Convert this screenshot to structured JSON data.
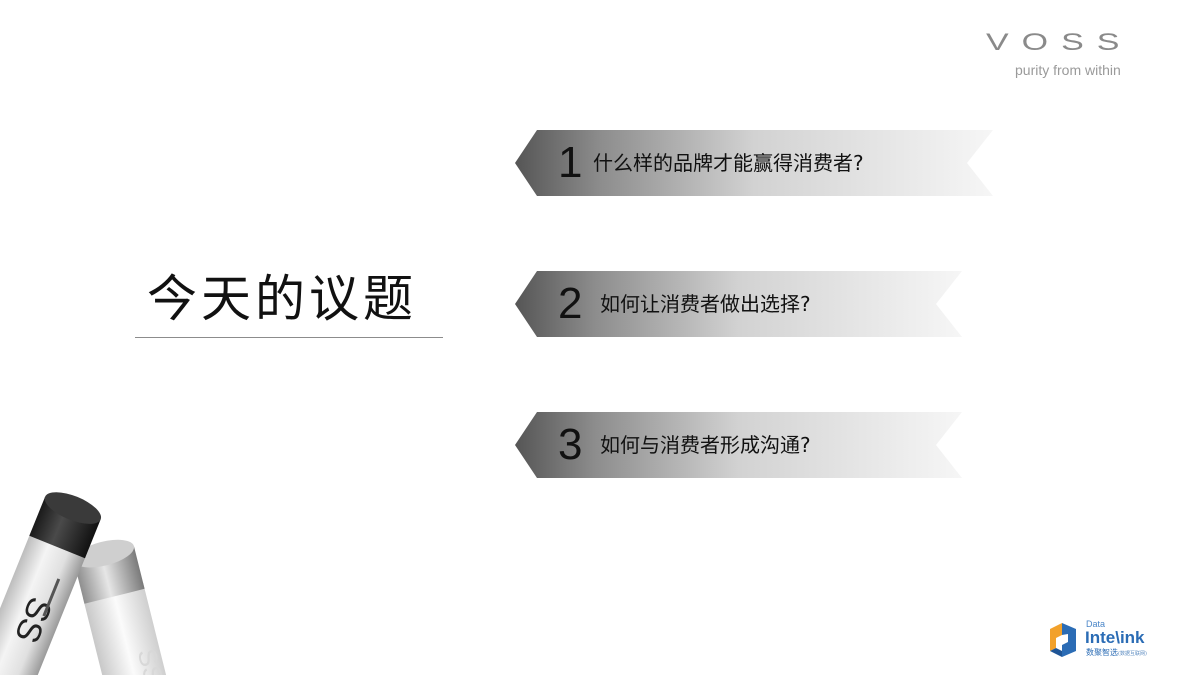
{
  "brand": {
    "wordmark": "VOSS",
    "tagline": "purity from within"
  },
  "title": "今天的议题",
  "agenda": [
    {
      "number": "1",
      "text": "什么样的品牌才能赢得消费者?"
    },
    {
      "number": "2",
      "text": "如何让消费者做出选择?"
    },
    {
      "number": "3",
      "text": "如何与消费者形成沟通?"
    }
  ],
  "partner_logo": {
    "small": "Data",
    "main": "Inte\\ink",
    "cn": "数聚智选",
    "cn_sub": "(数据互联网)"
  },
  "colors": {
    "banner_dark": "#5a5a5a",
    "banner_light": "#f4f4f4",
    "partner_blue": "#2b6cb5",
    "partner_orange": "#f2a12b"
  }
}
